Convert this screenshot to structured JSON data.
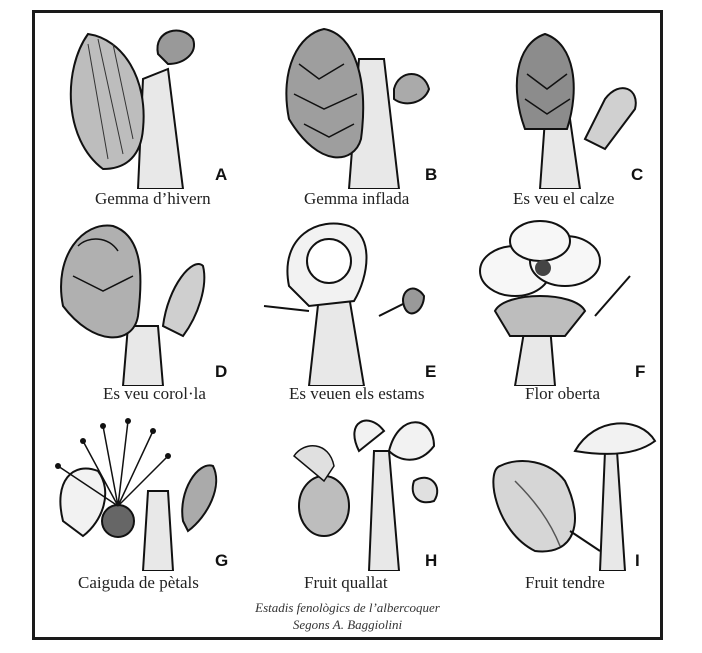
{
  "stages": [
    {
      "letter": "A",
      "label": "Gemma d’hivern"
    },
    {
      "letter": "B",
      "label": "Gemma inflada"
    },
    {
      "letter": "C",
      "label": "Es veu el calze"
    },
    {
      "letter": "D",
      "label": "Es veu corol·la"
    },
    {
      "letter": "E",
      "label": "Es veuen els estams"
    },
    {
      "letter": "F",
      "label": "Flor oberta"
    },
    {
      "letter": "G",
      "label": "Caiguda de pètals"
    },
    {
      "letter": "H",
      "label": "Fruit quallat"
    },
    {
      "letter": "I",
      "label": "Fruit tendre"
    }
  ],
  "credits": {
    "line1": "Estadis fenològics de l’albercoquer",
    "line2": "Segons A. Baggiolini"
  },
  "colors": {
    "ink": "#1a1a1a",
    "paper": "#ffffff"
  }
}
